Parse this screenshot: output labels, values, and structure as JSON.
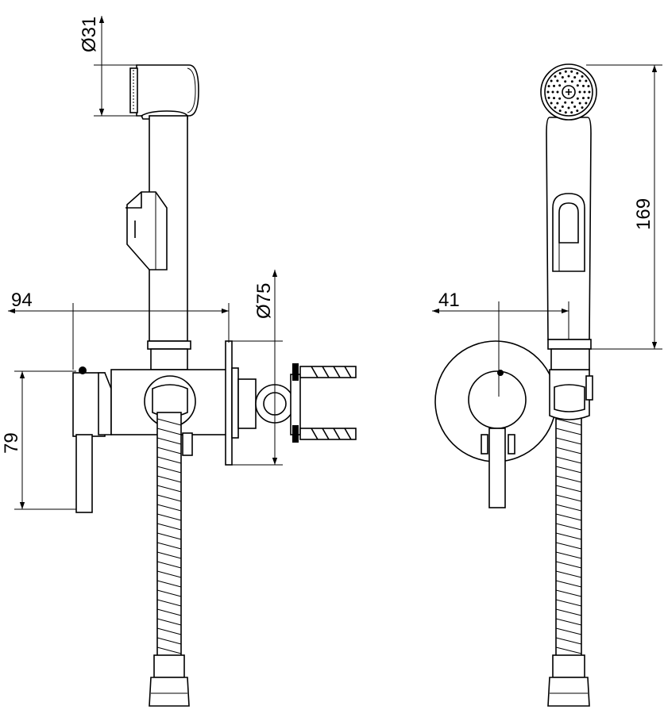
{
  "dimensions": {
    "hand_shower_diameter": "Ø31",
    "wall_plate_diameter": "Ø75",
    "projection": "94",
    "outlet_height": "79",
    "spray_offset": "41",
    "shower_length": "169"
  },
  "colors": {
    "line": "#000000",
    "background": "#ffffff"
  }
}
